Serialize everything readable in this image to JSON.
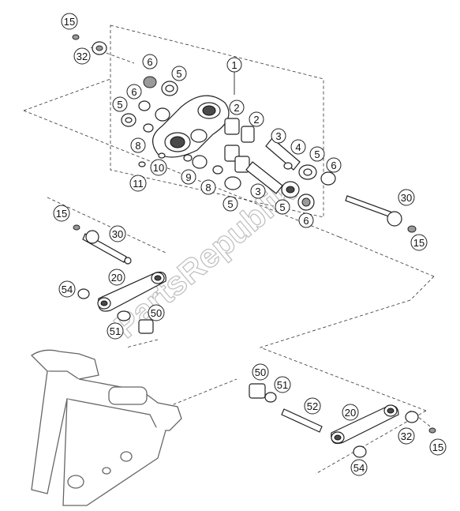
{
  "watermark": "PartsRepublik",
  "callouts": [
    {
      "id": "c1",
      "label": "1"
    },
    {
      "id": "c2a",
      "label": "2"
    },
    {
      "id": "c2b",
      "label": "2"
    },
    {
      "id": "c3a",
      "label": "3"
    },
    {
      "id": "c3b",
      "label": "3"
    },
    {
      "id": "c4",
      "label": "4"
    },
    {
      "id": "c5a",
      "label": "5"
    },
    {
      "id": "c5b",
      "label": "5"
    },
    {
      "id": "c5c",
      "label": "5"
    },
    {
      "id": "c5d",
      "label": "5"
    },
    {
      "id": "c5e",
      "label": "5"
    },
    {
      "id": "c6a",
      "label": "6"
    },
    {
      "id": "c6b",
      "label": "6"
    },
    {
      "id": "c6c",
      "label": "6"
    },
    {
      "id": "c6d",
      "label": "6"
    },
    {
      "id": "c8a",
      "label": "8"
    },
    {
      "id": "c8b",
      "label": "8"
    },
    {
      "id": "c9",
      "label": "9"
    },
    {
      "id": "c10",
      "label": "10"
    },
    {
      "id": "c11",
      "label": "11"
    },
    {
      "id": "c15a",
      "label": "15"
    },
    {
      "id": "c15b",
      "label": "15"
    },
    {
      "id": "c15c",
      "label": "15"
    },
    {
      "id": "c15d",
      "label": "15"
    },
    {
      "id": "c20a",
      "label": "20"
    },
    {
      "id": "c20b",
      "label": "20"
    },
    {
      "id": "c30a",
      "label": "30"
    },
    {
      "id": "c30b",
      "label": "30"
    },
    {
      "id": "c32a",
      "label": "32"
    },
    {
      "id": "c32b",
      "label": "32"
    },
    {
      "id": "c50a",
      "label": "50"
    },
    {
      "id": "c50b",
      "label": "50"
    },
    {
      "id": "c51a",
      "label": "51"
    },
    {
      "id": "c51b",
      "label": "51"
    },
    {
      "id": "c52",
      "label": "52"
    },
    {
      "id": "c54a",
      "label": "54"
    },
    {
      "id": "c54b",
      "label": "54"
    }
  ]
}
